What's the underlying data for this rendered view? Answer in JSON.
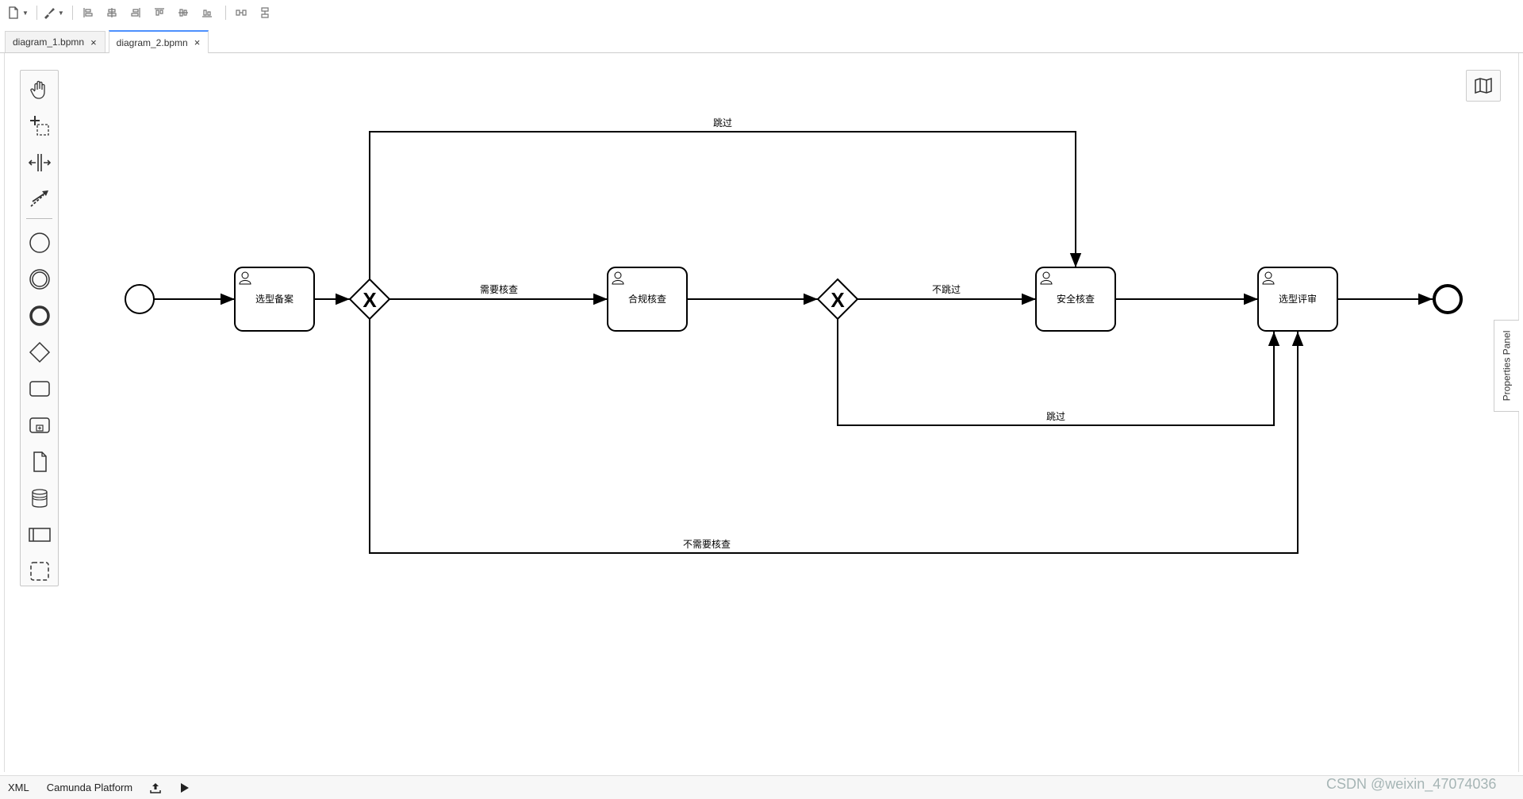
{
  "tabs": [
    {
      "label": "diagram_1.bpmn",
      "active": false
    },
    {
      "label": "diagram_2.bpmn",
      "active": true
    }
  ],
  "tab_close_glyph": "×",
  "palette": {
    "tools": [
      "hand-tool-icon",
      "lasso-tool-icon",
      "space-tool-icon",
      "global-connect-tool-icon"
    ],
    "elements": [
      "start-event-icon",
      "intermediate-event-icon",
      "end-event-icon",
      "gateway-icon",
      "task-icon",
      "subprocess-icon",
      "data-object-icon",
      "data-store-icon",
      "participant-icon",
      "group-icon"
    ]
  },
  "properties_panel": {
    "label": "Properties Panel"
  },
  "diagram": {
    "tasks": [
      {
        "id": "t1",
        "label": "选型备案"
      },
      {
        "id": "t2",
        "label": "合规核查"
      },
      {
        "id": "t3",
        "label": "安全核查"
      },
      {
        "id": "t4",
        "label": "选型评审"
      }
    ],
    "gateways": [
      {
        "id": "g1",
        "marker": "X"
      },
      {
        "id": "g2",
        "marker": "X"
      }
    ],
    "flow_labels": {
      "skip_top": "跳过",
      "need_check": "需要核查",
      "no_skip": "不跳过",
      "skip_middle": "跳过",
      "no_need_check": "不需要核查"
    }
  },
  "statusbar": {
    "xml": "XML",
    "platform": "Camunda Platform"
  },
  "watermark": "CSDN @weixin_47074036",
  "colors": {
    "accent": "#4d90fe",
    "stroke": "#000000"
  }
}
